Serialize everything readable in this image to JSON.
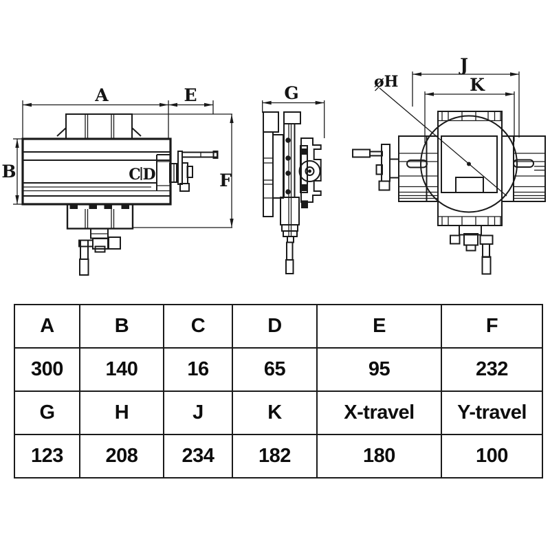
{
  "diagram": {
    "front_view": {
      "labels": {
        "a": "A",
        "b": "B",
        "c": "C",
        "d": "D",
        "e": "E",
        "f": "F"
      }
    },
    "side_view": {
      "labels": {
        "g": "G"
      }
    },
    "top_view": {
      "labels": {
        "h": "øH",
        "j": "J",
        "k": "K"
      }
    }
  },
  "spec_table": {
    "rows": [
      {
        "cells": [
          "A",
          "B",
          "C",
          "D",
          "E",
          "F"
        ]
      },
      {
        "cells": [
          "300",
          "140",
          "16",
          "65",
          "95",
          "232"
        ]
      },
      {
        "cells": [
          "G",
          "H",
          "J",
          "K",
          "X-travel",
          "Y-travel"
        ]
      },
      {
        "cells": [
          "123",
          "208",
          "234",
          "182",
          "180",
          "100"
        ]
      }
    ]
  },
  "colors": {
    "ink": "#1a1a1a",
    "background": "#ffffff"
  }
}
